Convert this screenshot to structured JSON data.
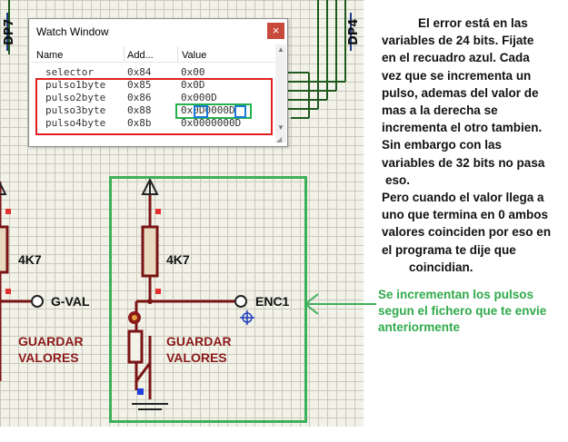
{
  "schematic": {
    "port_labels": {
      "left": "DP7",
      "right": "DP4"
    },
    "left_circuit": {
      "resistor": "4K7",
      "terminal": "G-VAL",
      "button_label_1": "GUARDAR",
      "button_label_2": "VALORES"
    },
    "right_circuit": {
      "resistor": "4K7",
      "terminal": "ENC1",
      "button_label_1": "GUARDAR",
      "button_label_2": "VALORES"
    }
  },
  "watch_window": {
    "title": "Watch Window",
    "close_label": "×",
    "columns": {
      "name": "Name",
      "address": "Add...",
      "value": "Value"
    },
    "rows": [
      {
        "name": "selector",
        "address": "0x84",
        "value": "0x00"
      },
      {
        "name": "pulso1byte",
        "address": "0x85",
        "value": "0x0D"
      },
      {
        "name": "pulso2byte",
        "address": "0x86",
        "value": "0x000D"
      },
      {
        "name": "pulso3byte",
        "address": "0x88",
        "value": "0x0D0000D"
      },
      {
        "name": "pulso4byte",
        "address": "0x8b",
        "value": "0x0000000D"
      }
    ]
  },
  "explanation": {
    "lines": [
      "El error está en las",
      "variables de 24 bits. Fijate",
      "en el recuadro azul. Cada",
      "vez que se incrementa un",
      "pulso, ademas del valor de",
      "mas a la derecha se",
      "incrementa el otro tambien.",
      "Sin embargo con las",
      "variables de 32 bits no pasa",
      "eso.",
      "Pero cuando el valor llega a",
      "uno que termina en 0 ambos",
      "valores coinciden por eso en",
      "el programa te dije que",
      "coincidian."
    ]
  },
  "note": {
    "lines": [
      "Se incrementan los pulsos",
      "segun el fichero que te envie",
      "anteriormente"
    ]
  },
  "colors": {
    "annotation_red": "#e02020",
    "annotation_green": "#3db05a",
    "annotation_blue": "#1a7ad8",
    "label_red": "#8b1a1a"
  }
}
